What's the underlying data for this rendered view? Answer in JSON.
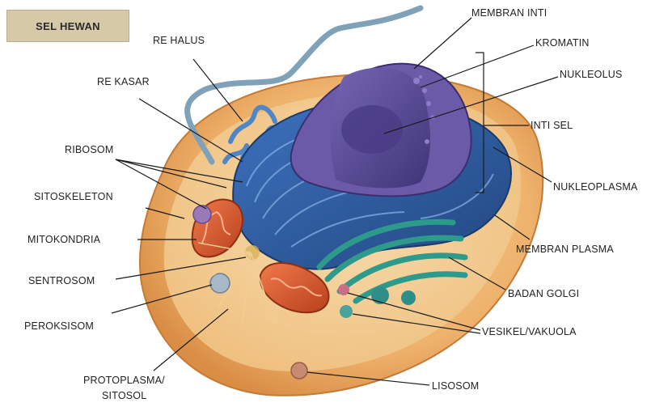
{
  "title": "SEL HEWAN",
  "labels": {
    "membran_inti": "MEMBRAN INTI",
    "kromatin": "KROMATIN",
    "nukleolus": "NUKLEOLUS",
    "inti_sel": "INTI SEL",
    "nukleoplasma": "NUKLEOPLASMA",
    "membran_plasma": "MEMBRAN PLASMA",
    "badan_golgi": "BADAN GOLGI",
    "vesikel_vakuola": "VESIKEL/VAKUOLA",
    "lisosom": "LISOSOM",
    "re_halus": "RE HALUS",
    "re_kasar": "RE KASAR",
    "ribosom": "RIBOSOM",
    "sitoskeleton": "SITOSKELETON",
    "mitokondria": "MITOKONDRIA",
    "sentrosom": "SENTROSOM",
    "peroksisom": "PEROKSISOM",
    "protoplasma_line1": "PROTOPLASMA/",
    "protoplasma_line2": "SITOSOL"
  },
  "colors": {
    "title_bg": "#d6c9a8",
    "membrane": "#e9a25c",
    "cytoplasm": "#f3c98f",
    "er": "#2f5fa6",
    "nucleus": "#5a4c95",
    "golgi": "#2e9a8c",
    "mitochondria": "#d9582f"
  }
}
